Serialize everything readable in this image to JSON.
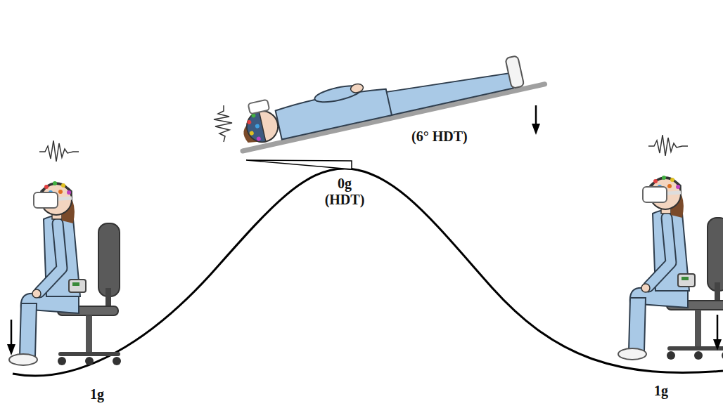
{
  "diagram": {
    "labels": [
      "(6° HDT)",
      "0g (HDT)",
      "1g",
      "1g"
    ]
  }
}
